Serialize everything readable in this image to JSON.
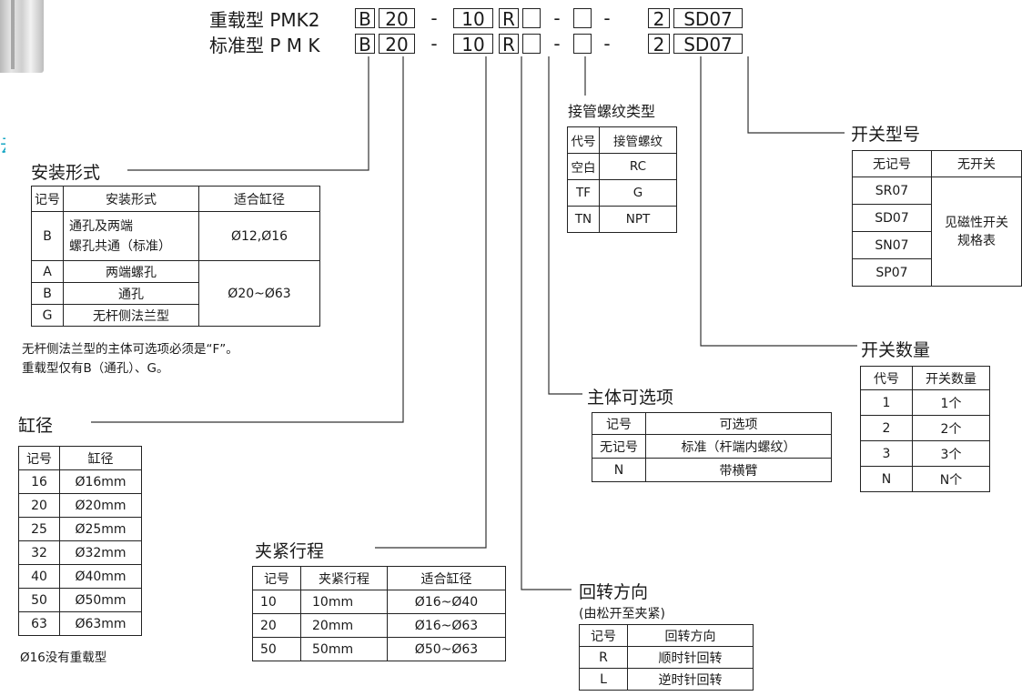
{
  "header": {
    "heavy_label": "重载型 PMK2",
    "standard_label": "标准型 P M K",
    "cells": {
      "mount": "B",
      "bore": "20",
      "dash": "-",
      "stroke": "10",
      "rotation": "R",
      "body_option": "",
      "port_thread": "",
      "switch_qty": "2",
      "switch_model": "SD07"
    }
  },
  "side_mark": "云",
  "mounting": {
    "title": "安装形式",
    "headers": [
      "记号",
      "安装形式",
      "适合缸径"
    ],
    "rows": [
      {
        "code": "B",
        "form_line1": "通孔及两端",
        "form_line2": "螺孔共通（标准）",
        "bore": "Ø12,Ø16"
      },
      {
        "code": "A",
        "form": "两端螺孔"
      },
      {
        "code": "B",
        "form": "通孔"
      },
      {
        "code": "G",
        "form": "无杆侧法兰型"
      }
    ],
    "bore_merged": "Ø20~Ø63",
    "notes": [
      "无杆侧法兰型的主体可选项必须是“F”。",
      "重载型仅有B（通孔）、G。"
    ]
  },
  "bore": {
    "title": "缸径",
    "headers": [
      "记号",
      "缸径"
    ],
    "rows": [
      [
        "16",
        "Ø16mm"
      ],
      [
        "20",
        "Ø20mm"
      ],
      [
        "25",
        "Ø25mm"
      ],
      [
        "32",
        "Ø32mm"
      ],
      [
        "40",
        "Ø40mm"
      ],
      [
        "50",
        "Ø50mm"
      ],
      [
        "63",
        "Ø63mm"
      ]
    ],
    "note": "Ø16没有重载型"
  },
  "stroke": {
    "title": "夹紧行程",
    "headers": [
      "记号",
      "夹紧行程",
      "适合缸径"
    ],
    "rows": [
      [
        "10",
        "10mm",
        "Ø16~Ø40"
      ],
      [
        "20",
        "20mm",
        "Ø16~Ø63"
      ],
      [
        "50",
        "50mm",
        "Ø50~Ø63"
      ]
    ]
  },
  "rotation": {
    "title": "回转方向",
    "subtitle": "(由松开至夹紧)",
    "headers": [
      "记号",
      "回转方向"
    ],
    "rows": [
      [
        "R",
        "顺时针回转"
      ],
      [
        "L",
        "逆时针回转"
      ]
    ]
  },
  "body_option": {
    "title": "主体可选项",
    "headers": [
      "记号",
      "可选项"
    ],
    "rows": [
      [
        "无记号",
        "标准（杆端内螺纹）"
      ],
      [
        "N",
        "带横臂"
      ]
    ]
  },
  "port_thread": {
    "title": "接管螺纹类型",
    "headers": [
      "代号",
      "接管螺纹"
    ],
    "rows": [
      [
        "空白",
        "RC"
      ],
      [
        "TF",
        "G"
      ],
      [
        "TN",
        "NPT"
      ]
    ]
  },
  "switch_model": {
    "title": "开关型号",
    "headers": [
      "无记号",
      "无开关"
    ],
    "codes": [
      "SR07",
      "SD07",
      "SN07",
      "SP07"
    ],
    "merged_line1": "见磁性开关",
    "merged_line2": "规格表"
  },
  "switch_qty": {
    "title": "开关数量",
    "headers": [
      "代号",
      "开关数量"
    ],
    "rows": [
      [
        "1",
        "1个"
      ],
      [
        "2",
        "2个"
      ],
      [
        "3",
        "3个"
      ],
      [
        "N",
        "N个"
      ]
    ]
  }
}
